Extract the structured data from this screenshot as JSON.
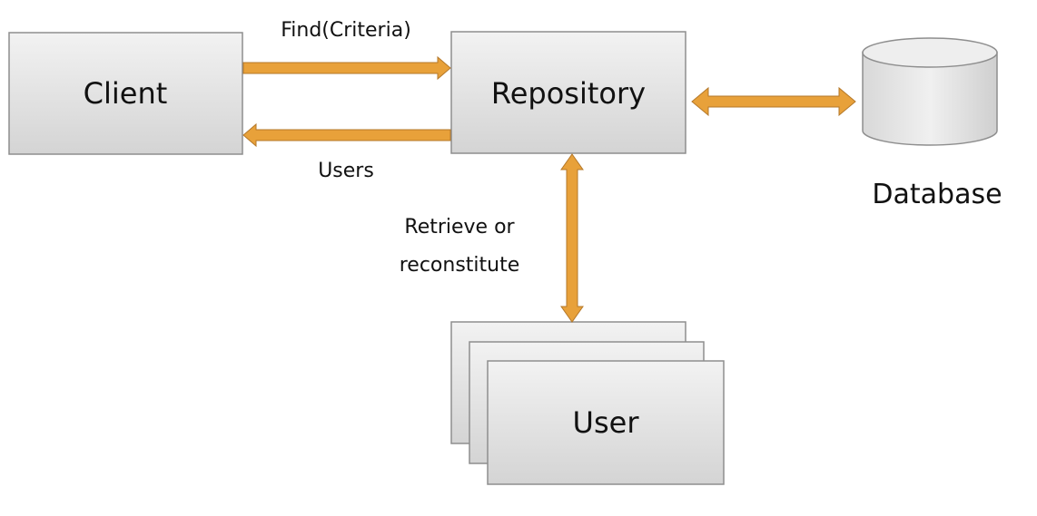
{
  "nodes": {
    "client": "Client",
    "repository": "Repository",
    "database": "Database",
    "user": "User"
  },
  "edges": {
    "find": "Find(Criteria)",
    "users": "Users",
    "retrieve_line1": "Retrieve or",
    "retrieve_line2": "reconstitute"
  },
  "colors": {
    "arrow": "#E8A13A",
    "arrow_outline": "#B4782A",
    "box_fill_top": "#F0F0F0",
    "box_fill_bottom": "#D6D6D6",
    "box_stroke": "#8E8E8E"
  }
}
